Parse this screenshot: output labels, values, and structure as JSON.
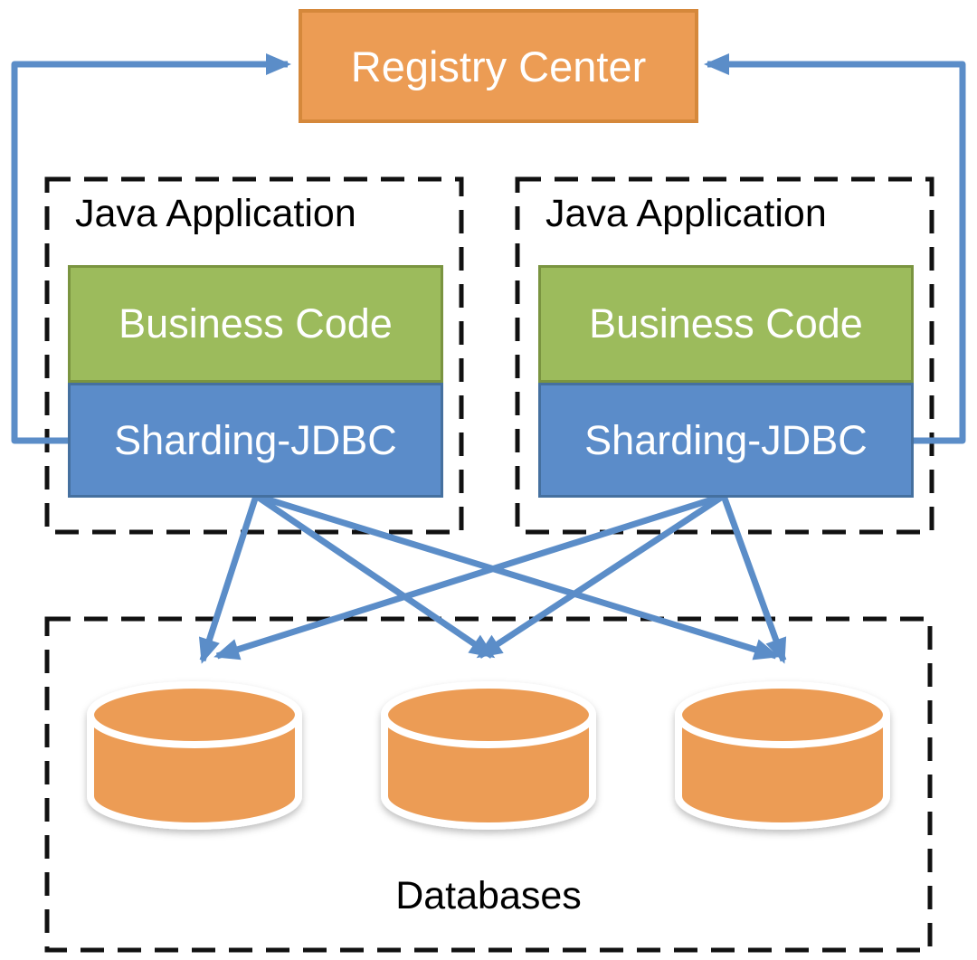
{
  "diagram": {
    "registry": {
      "label": "Registry Center"
    },
    "apps": [
      {
        "title": "Java Application",
        "layers": {
          "business": "Business Code",
          "sharding": "Sharding-JDBC"
        }
      },
      {
        "title": "Java Application",
        "layers": {
          "business": "Business Code",
          "sharding": "Sharding-JDBC"
        }
      }
    ],
    "databases": {
      "label": "Databases",
      "count": 3
    }
  },
  "colors": {
    "orange_fill": "#EC9C54",
    "orange_border": "#D5883B",
    "green_fill": "#9CBB5C",
    "green_border": "#7A9440",
    "blue_fill": "#5B8CC9",
    "blue_border": "#45709F",
    "arrow": "#5B8DC8",
    "dashed_border": "#111111",
    "cylinder_stroke": "#FFFFFF"
  }
}
